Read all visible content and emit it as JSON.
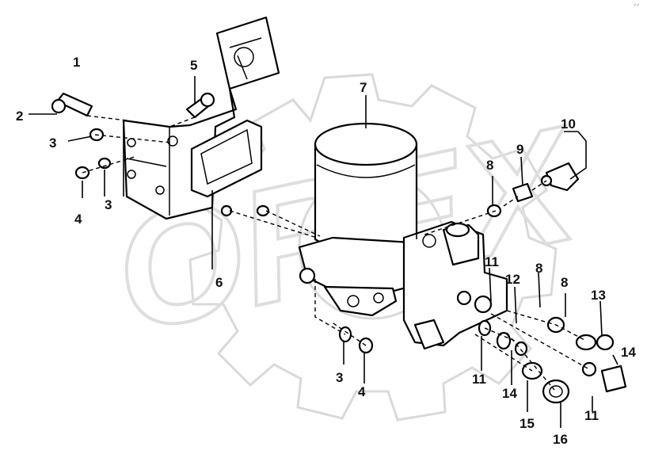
{
  "diagram": {
    "corner_mark": "ᐟᐟ",
    "watermark_text": "OREX",
    "callouts": [
      {
        "id": "c1",
        "label": "1"
      },
      {
        "id": "c2",
        "label": "2"
      },
      {
        "id": "c3a",
        "label": "3"
      },
      {
        "id": "c3b",
        "label": "3"
      },
      {
        "id": "c3c",
        "label": "3"
      },
      {
        "id": "c4a",
        "label": "4"
      },
      {
        "id": "c4b",
        "label": "4"
      },
      {
        "id": "c5",
        "label": "5"
      },
      {
        "id": "c6",
        "label": "6"
      },
      {
        "id": "c7",
        "label": "7"
      },
      {
        "id": "c8a",
        "label": "8"
      },
      {
        "id": "c8b",
        "label": "8"
      },
      {
        "id": "c8c",
        "label": "8"
      },
      {
        "id": "c9",
        "label": "9"
      },
      {
        "id": "c10",
        "label": "10"
      },
      {
        "id": "c11a",
        "label": "11"
      },
      {
        "id": "c11b",
        "label": "11"
      },
      {
        "id": "c11c",
        "label": "11"
      },
      {
        "id": "c12",
        "label": "12"
      },
      {
        "id": "c13",
        "label": "13"
      },
      {
        "id": "c14a",
        "label": "14"
      },
      {
        "id": "c14b",
        "label": "14"
      },
      {
        "id": "c15",
        "label": "15"
      },
      {
        "id": "c16",
        "label": "16"
      }
    ]
  }
}
